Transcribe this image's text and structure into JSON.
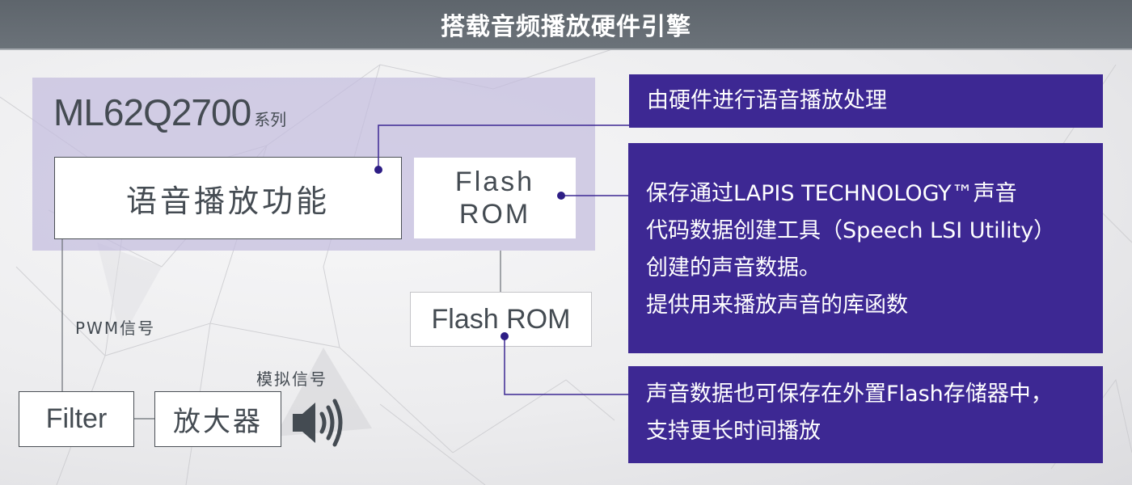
{
  "header": {
    "title": "搭载音频播放硬件引擎"
  },
  "chip": {
    "model": "ML62Q2700",
    "suffix": "系列",
    "voice_block": "语音播放功能",
    "flash_internal": [
      "Flash",
      "ROM"
    ]
  },
  "external": {
    "flash_rom": "Flash ROM",
    "filter": "Filter",
    "amplifier": "放大器"
  },
  "signals": {
    "pwm": "PWM信号",
    "analog": "模拟信号"
  },
  "callouts": [
    {
      "lines": [
        "由硬件进行语音播放处理"
      ]
    },
    {
      "lines": [
        "保存通过LAPIS TECHNOLOGY™声音",
        "代码数据创建工具（Speech LSI Utility）",
        "创建的声音数据。",
        "提供用来播放声音的库函数"
      ]
    },
    {
      "lines": [
        "声音数据也可保存在外置Flash存储器中，",
        "支持更长时间播放"
      ]
    }
  ],
  "colors": {
    "accent": "#3d2893",
    "panel": "#c4bcde",
    "header": "#646b72",
    "text": "#444b52"
  },
  "icons": {
    "speaker": "speaker-icon"
  }
}
